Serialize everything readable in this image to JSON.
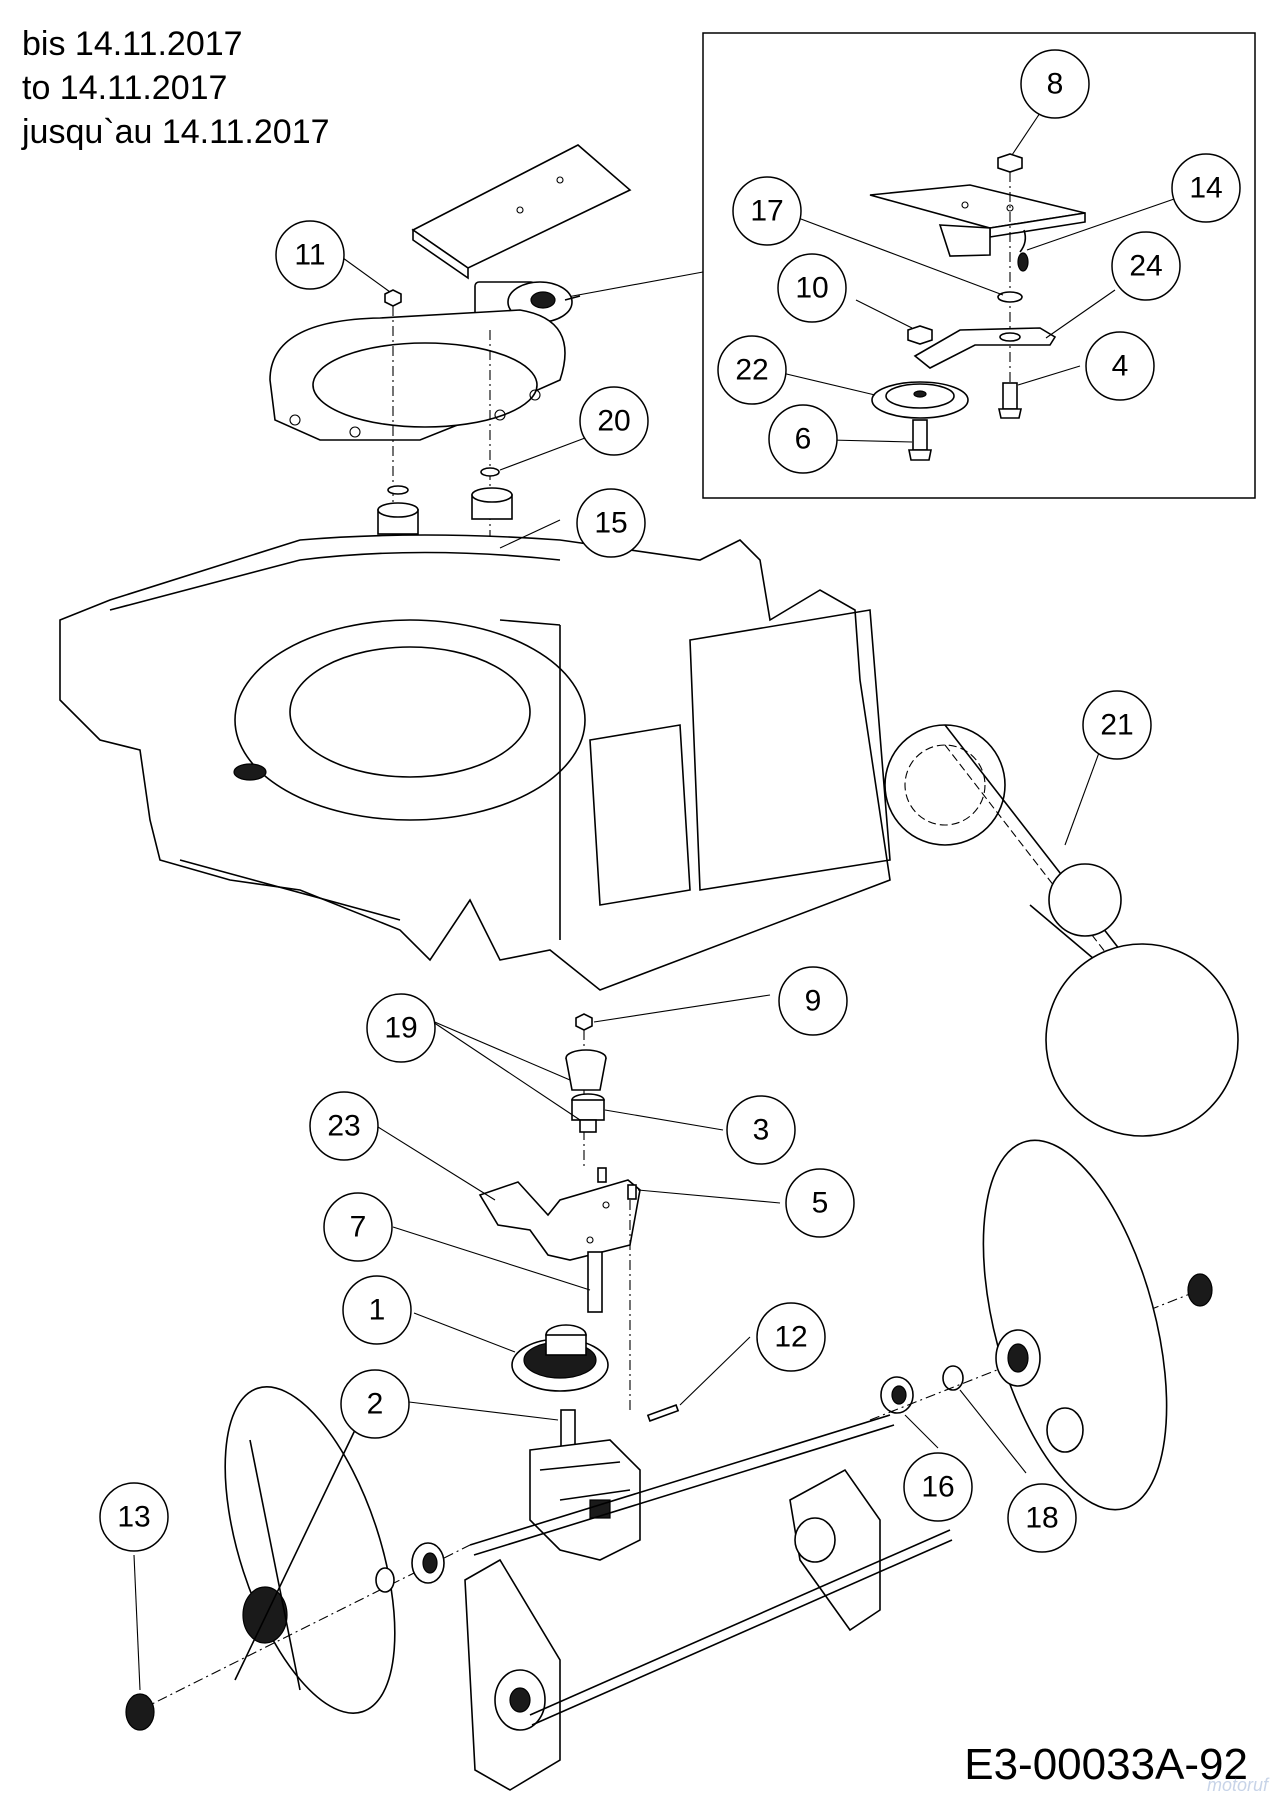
{
  "header": {
    "line1": "bis 14.11.2017",
    "line2": "to 14.11.2017",
    "line3": "jusqu`au 14.11.2017"
  },
  "drawing_code": "E3-00033A-92",
  "watermark": "motoruf",
  "callouts": [
    "1",
    "2",
    "3",
    "4",
    "5",
    "6",
    "7",
    "8",
    "9",
    "10",
    "11",
    "12",
    "13",
    "14",
    "15",
    "16",
    "17",
    "18",
    "19",
    "20",
    "21",
    "22",
    "23",
    "24"
  ]
}
